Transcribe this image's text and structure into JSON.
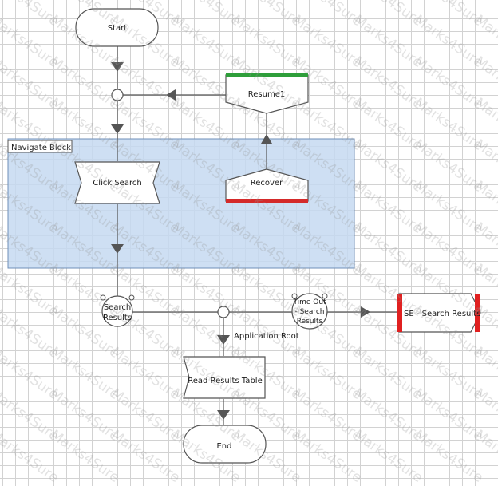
{
  "diagram": {
    "navigate_block_label": "Navigate Block",
    "nodes": {
      "start": "Start",
      "resume": "Resume1",
      "click_search": "Click Search",
      "recover": "Recover",
      "search_results": [
        "Search",
        "Results"
      ],
      "timeout": [
        "Time Out",
        "- Search",
        "Results"
      ],
      "se_search_results": "SE - Search Results",
      "read_results_table": "Read Results Table",
      "end": "End",
      "application_root": "Application Root"
    },
    "watermark": "Marks4Sure",
    "colors": {
      "block_fill": "#c5d9f1",
      "resume_bar": "#2e9e3a",
      "recover_bar": "#d42a2a",
      "se_bar": "#e02020",
      "arrow": "#555555"
    }
  }
}
